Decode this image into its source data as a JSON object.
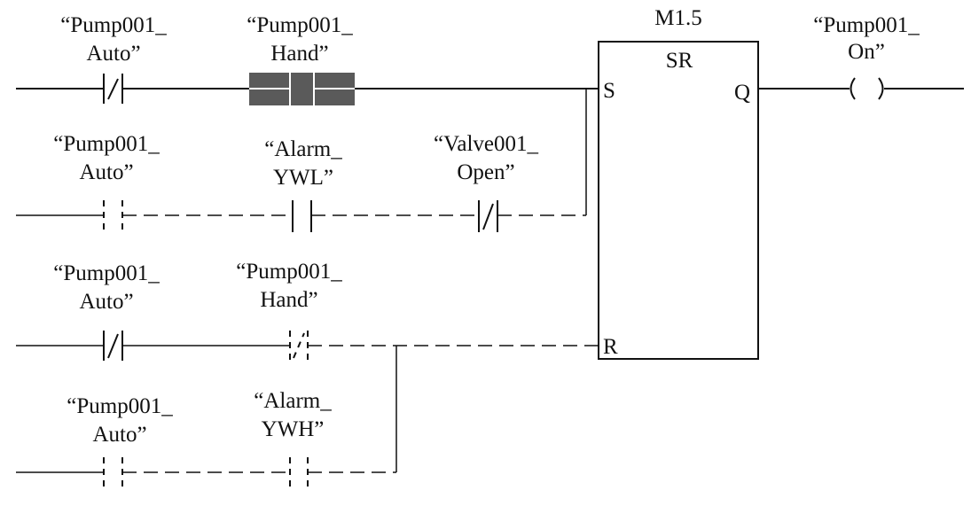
{
  "diagram": {
    "type": "ladder-logic",
    "block": {
      "address": "M1.5",
      "type": "SR",
      "pins": {
        "set": "S",
        "reset": "R",
        "output": "Q"
      }
    },
    "coil": {
      "label_line1": "“Pump001_",
      "label_line2": "On”",
      "symbol": "( )"
    },
    "rungs": [
      {
        "name": "rung-set-main",
        "style": "solid",
        "contacts": [
          {
            "line1": "“Pump001_",
            "line2": "Auto”",
            "kind": "normally-closed",
            "state": "inactive"
          },
          {
            "line1": "“Pump001_",
            "line2": "Hand”",
            "kind": "normally-open",
            "state": "highlighted"
          }
        ]
      },
      {
        "name": "rung-set-branch",
        "style": "dashed",
        "contacts": [
          {
            "line1": "“Pump001_",
            "line2": "Auto”",
            "kind": "normally-open",
            "state": "dashed"
          },
          {
            "line1": "“Alarm_",
            "line2": "YWL”",
            "kind": "normally-open",
            "state": "solid"
          },
          {
            "line1": "“Valve001_",
            "line2": "Open”",
            "kind": "normally-closed",
            "state": "solid"
          }
        ]
      },
      {
        "name": "rung-reset-main",
        "style": "mixed",
        "contacts": [
          {
            "line1": "“Pump001_",
            "line2": "Auto”",
            "kind": "normally-closed",
            "state": "solid"
          },
          {
            "line1": "“Pump001_",
            "line2": "Hand”",
            "kind": "normally-closed",
            "state": "dashed"
          }
        ]
      },
      {
        "name": "rung-reset-branch",
        "style": "dashed",
        "contacts": [
          {
            "line1": "“Pump001_",
            "line2": "Auto”",
            "kind": "normally-open",
            "state": "dashed"
          },
          {
            "line1": "“Alarm_",
            "line2": "YWH”",
            "kind": "normally-open",
            "state": "dashed"
          }
        ]
      }
    ],
    "colors": {
      "line": "#111111",
      "highlight": "#5a5a5a",
      "background": "#ffffff"
    }
  }
}
